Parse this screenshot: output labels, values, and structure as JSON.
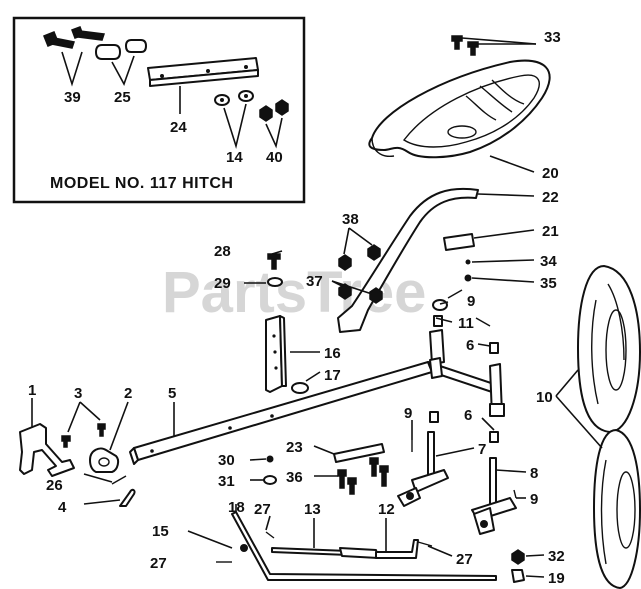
{
  "watermark": "PartsTree",
  "inset_caption": "MODEL NO. 117 HITCH",
  "labels": {
    "p1": "1",
    "p2": "2",
    "p3": "3",
    "p4": "4",
    "p5": "5",
    "p6a": "6",
    "p6b": "6",
    "p7": "7",
    "p8": "8",
    "p9a": "9",
    "p9b": "9",
    "p9c": "9",
    "p10": "10",
    "p11": "11",
    "p12": "12",
    "p13": "13",
    "p14": "14",
    "p15": "15",
    "p16": "16",
    "p17": "17",
    "p18": "18",
    "p19": "19",
    "p20": "20",
    "p21": "21",
    "p22": "22",
    "p23": "23",
    "p24": "24",
    "p25": "25",
    "p26": "26",
    "p27a": "27",
    "p27b": "27",
    "p27c": "27",
    "p28": "28",
    "p29": "29",
    "p30": "30",
    "p31": "31",
    "p32": "32",
    "p33": "33",
    "p34": "34",
    "p35": "35",
    "p36": "36",
    "p37": "37",
    "p38": "38",
    "p39": "39",
    "p40": "40"
  }
}
